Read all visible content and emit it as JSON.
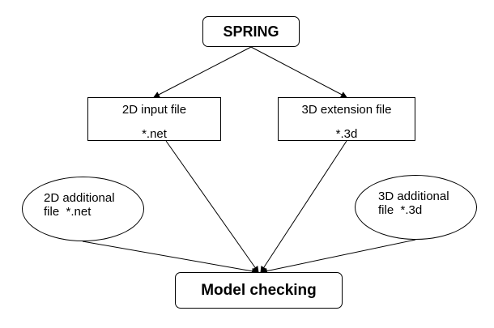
{
  "diagram": {
    "nodes": {
      "spring": {
        "label": "SPRING"
      },
      "input_2d": {
        "line1": "2D input file",
        "line2": "*.net"
      },
      "extension_3d": {
        "line1": "3D extension file",
        "line2": "*.3d"
      },
      "additional_2d": {
        "line1": "2D additional",
        "line2": "file  *.net"
      },
      "additional_3d": {
        "line1": "3D additional",
        "line2": "file  *.3d"
      },
      "model_checking": {
        "label": "Model checking"
      }
    },
    "edges": [
      {
        "from": "SPRING",
        "to": "2D input file"
      },
      {
        "from": "SPRING",
        "to": "3D extension file"
      },
      {
        "from": "2D input file",
        "to": "Model checking"
      },
      {
        "from": "3D extension file",
        "to": "Model checking"
      },
      {
        "from": "2D additional",
        "to": "Model checking"
      },
      {
        "from": "3D additional",
        "to": "Model checking"
      }
    ],
    "colors": {
      "stroke": "#000000",
      "background": "#ffffff"
    }
  }
}
